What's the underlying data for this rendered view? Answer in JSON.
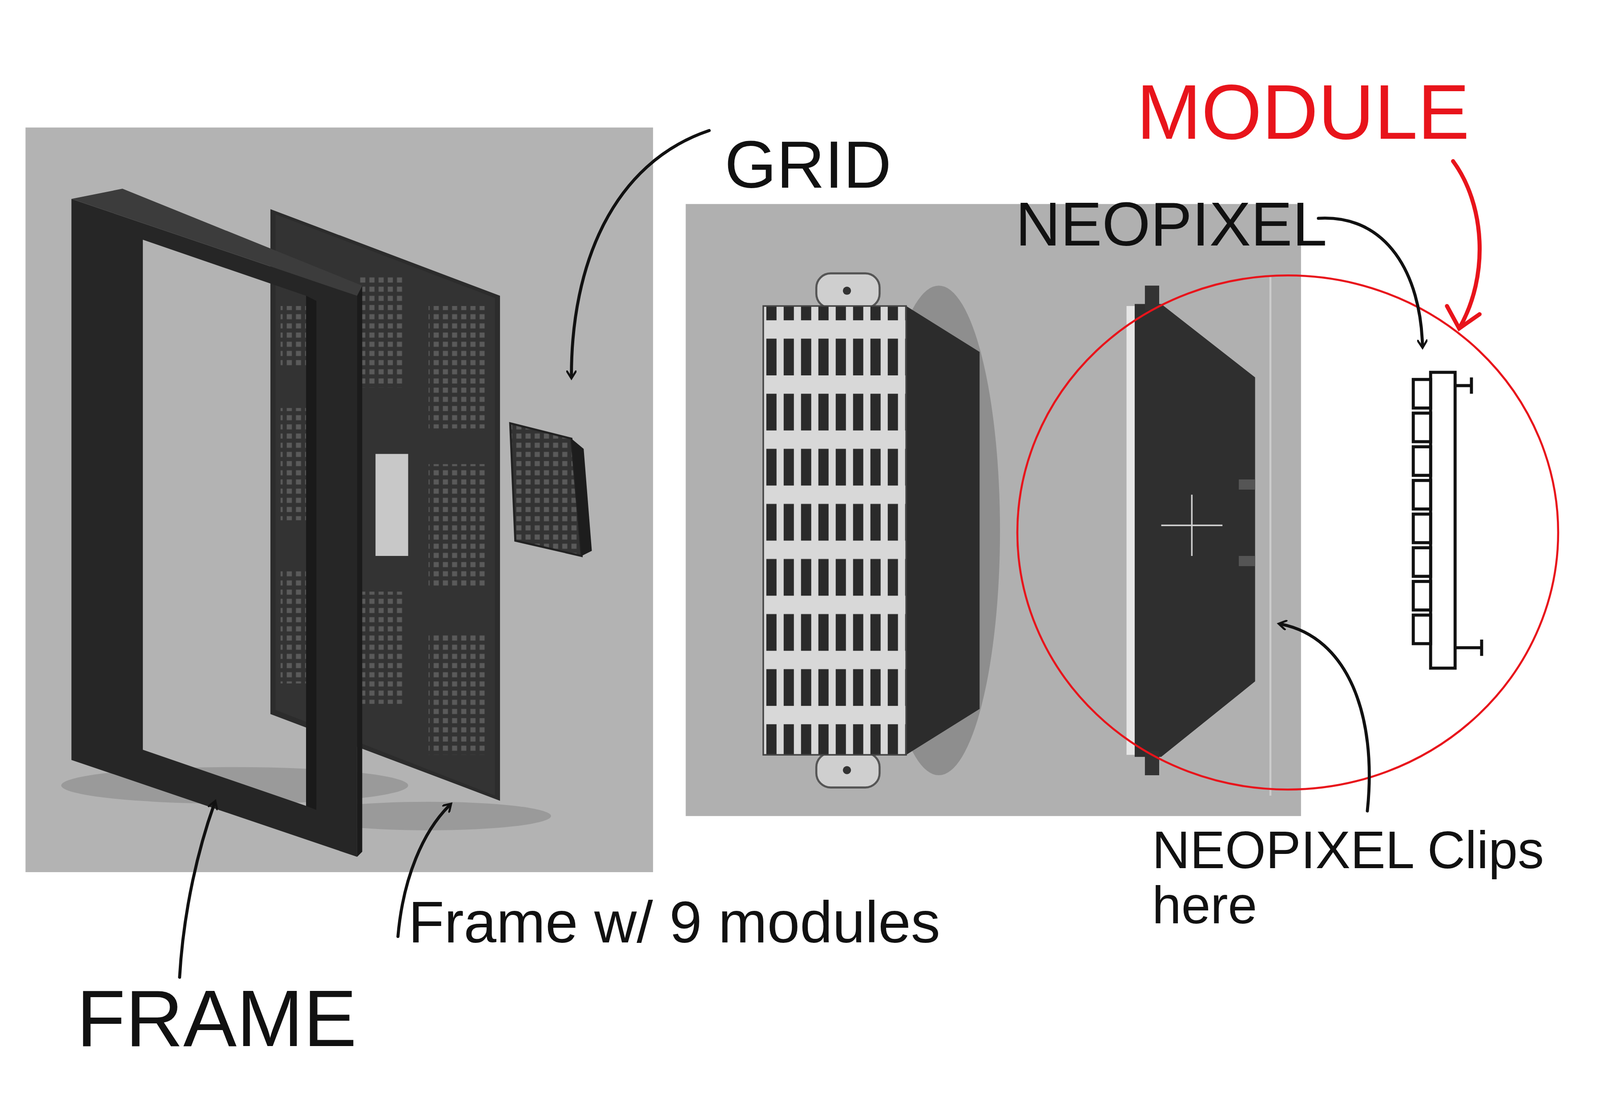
{
  "diagram": {
    "labels": [
      "GRID",
      "MODULE",
      "NEOPIXEL",
      "NEOPIXEL Clips here",
      "Frame w/ 9 modules",
      "FRAME"
    ]
  }
}
